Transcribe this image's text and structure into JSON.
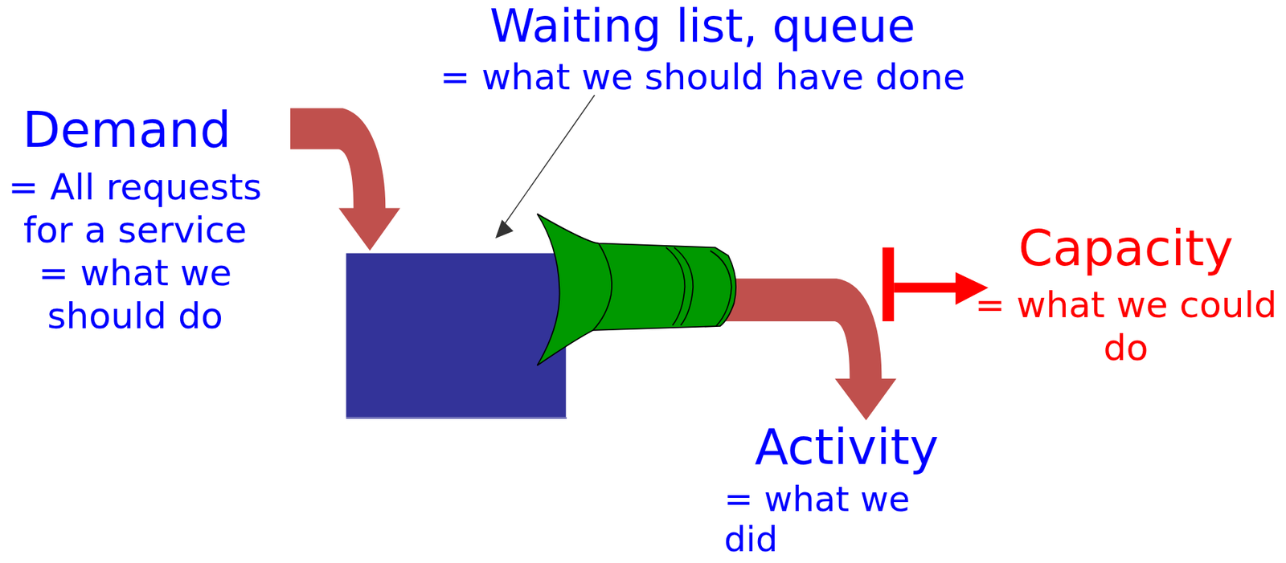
{
  "diagram": {
    "labels": [
      "Demand",
      "= All requests for a service",
      "= what we should do",
      "Waiting list, queue",
      "= what we should have done",
      "Capacity",
      "= what we could do",
      "Activity",
      "= what we did"
    ]
  }
}
